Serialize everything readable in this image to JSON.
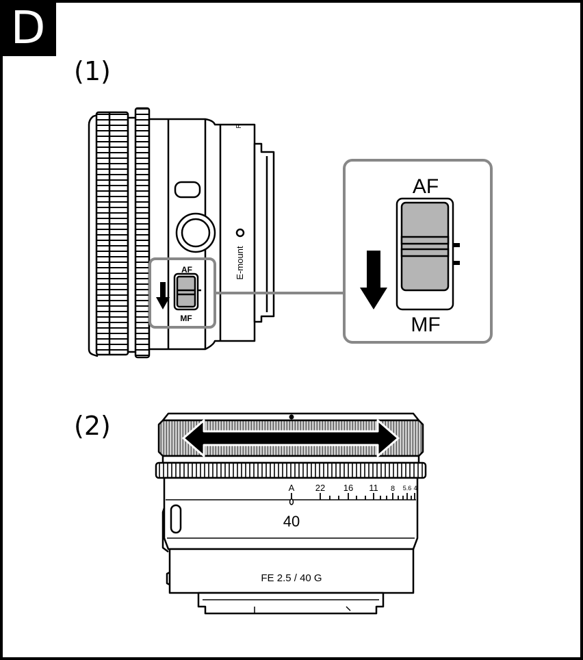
{
  "section_letter": "D",
  "step1": {
    "label": "(1)",
    "mount_text": "E-mount",
    "mount_edge_mark": "R",
    "switch_af": "AF",
    "switch_mf": "MF",
    "zoom_af": "AF",
    "zoom_mf": "MF"
  },
  "step2": {
    "label": "(2)",
    "aperture_scale": [
      "A",
      "22",
      "16",
      "11",
      "8",
      "5.6",
      "4"
    ],
    "focal_length": "40",
    "lens_name": "FE 2.5 / 40 G"
  },
  "colors": {
    "highlight_frame": "#888888",
    "switch_fill": "#b5b5b5",
    "ring_fill": "#d2d2d2"
  }
}
